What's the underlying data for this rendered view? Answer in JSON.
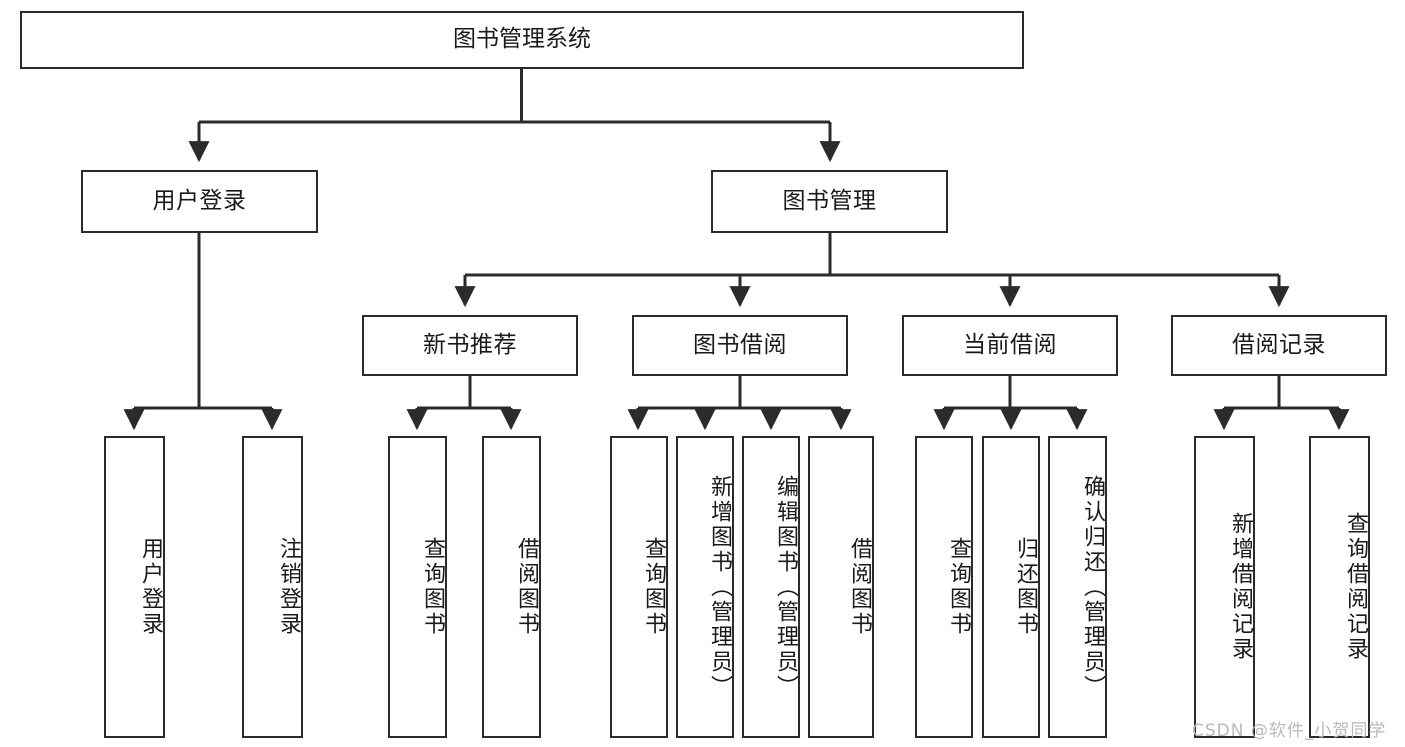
{
  "diagram": {
    "title": "图书管理系统",
    "type": "功能结构图",
    "root": {
      "label": "图书管理系统"
    },
    "level2": [
      {
        "label": "用户登录"
      },
      {
        "label": "图书管理"
      }
    ],
    "level3": [
      {
        "label": "新书推荐"
      },
      {
        "label": "图书借阅"
      },
      {
        "label": "当前借阅"
      },
      {
        "label": "借阅记录"
      }
    ],
    "leaves": {
      "user_login": [
        {
          "label": "用户登录"
        },
        {
          "label": "注销登录"
        }
      ],
      "new_book_recommend": [
        {
          "label": "查询图书"
        },
        {
          "label": "借阅图书"
        }
      ],
      "book_borrow": [
        {
          "label": "查询图书"
        },
        {
          "label": "新增图书（管理员）"
        },
        {
          "label": "编辑图书（管理员）"
        },
        {
          "label": "借阅图书"
        }
      ],
      "current_borrow": [
        {
          "label": "查询图书"
        },
        {
          "label": "归还图书"
        },
        {
          "label": "确认归还（管理员）"
        }
      ],
      "borrow_record": [
        {
          "label": "新增借阅记录"
        },
        {
          "label": "查询借阅记录"
        }
      ]
    },
    "watermark": "CSDN @软件_小贺同学",
    "colors": {
      "stroke": "#2b2b2b",
      "fill": "#ffffff",
      "text": "#1a1a1a",
      "watermark": "#b9b9b9"
    }
  }
}
